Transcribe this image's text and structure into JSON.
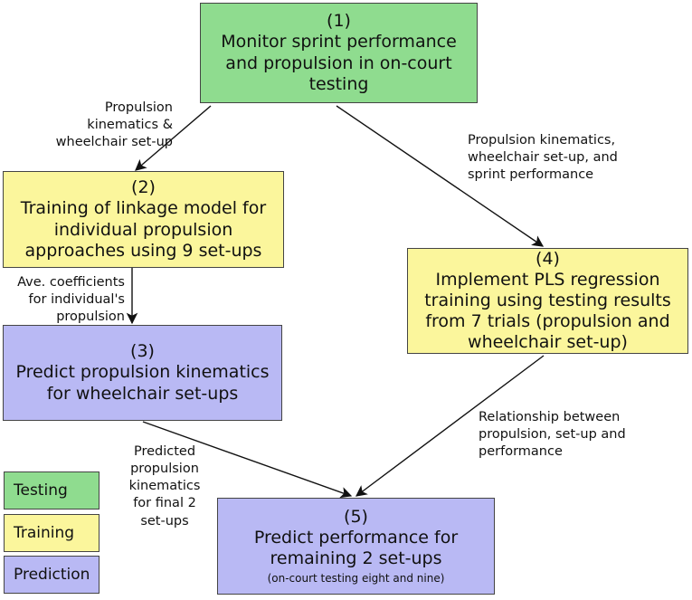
{
  "boxes": {
    "b1": {
      "num": "(1)",
      "lines": [
        "Monitor sprint performance",
        "and propulsion in on-court",
        "testing"
      ]
    },
    "b2": {
      "num": "(2)",
      "lines": [
        "Training of linkage model for",
        "individual propulsion",
        "approaches using 9 set-ups"
      ]
    },
    "b3": {
      "num": "(3)",
      "lines": [
        "Predict propulsion kinematics",
        "for wheelchair set-ups"
      ]
    },
    "b4": {
      "num": "(4)",
      "lines": [
        "Implement PLS regression",
        "training using testing results",
        "from 7 trials (propulsion and",
        "wheelchair set-up)"
      ]
    },
    "b5": {
      "num": "(5)",
      "lines": [
        "Predict performance for",
        "remaining 2 set-ups"
      ],
      "note": "(on-court testing eight and nine)"
    }
  },
  "edge_labels": {
    "e12": [
      "Propulsion",
      "kinematics &",
      "wheelchair set-up"
    ],
    "e14": [
      "Propulsion kinematics,",
      "wheelchair set-up, and",
      "sprint performance"
    ],
    "e23": [
      "Ave. coefficients",
      "for individual's",
      "propulsion"
    ],
    "e35": [
      "Predicted",
      "propulsion",
      "kinematics",
      "for final 2",
      "set-ups"
    ],
    "e45": [
      "Relationship between",
      "propulsion, set-up and",
      "performance"
    ]
  },
  "legend": {
    "testing": "Testing",
    "training": "Training",
    "prediction": "Prediction"
  },
  "colors": {
    "testing": "#8fdc8f",
    "training": "#fbf69c",
    "prediction": "#b9b9f4",
    "border": "#444444"
  }
}
